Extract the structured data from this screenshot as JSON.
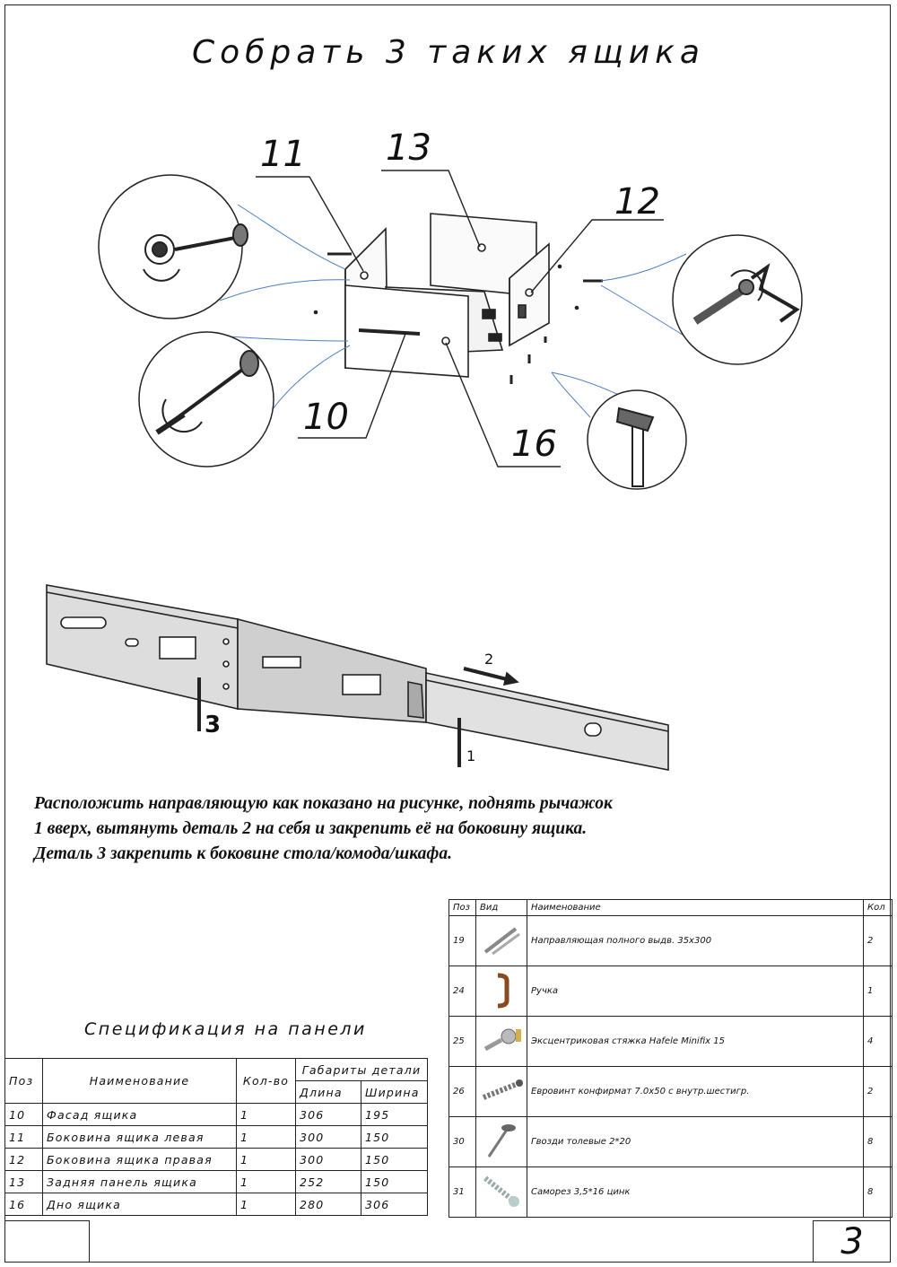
{
  "title": "Собрать 3 таких ящика",
  "callouts": {
    "p11": "11",
    "p13": "13",
    "p12": "12",
    "p10": "10",
    "p16": "16",
    "rail_1": "1",
    "rail_2": "2",
    "rail_3": "3"
  },
  "instructions": [
    "Расположить направляющую как показано на рисунке, поднять рычажок",
    "1 вверх, вытянуть деталь 2 на себя и закрепить её на боковину ящика.",
    "Деталь 3 закрепить к боковине стола/комода/шкафа."
  ],
  "hardware_table": {
    "headers": {
      "pos": "Поз",
      "view": "Вид",
      "name": "Наименование",
      "qty": "Кол"
    },
    "rows": [
      {
        "pos": "19",
        "icon": "rail-icon",
        "name": "Направляющая полного выдв. 35x300",
        "qty": "2"
      },
      {
        "pos": "24",
        "icon": "handle-icon",
        "name": "Ручка",
        "qty": "1"
      },
      {
        "pos": "25",
        "icon": "eccentric-tie-icon",
        "name": "Эксцентриковая стяжка Hafele Minifix 15",
        "qty": "4"
      },
      {
        "pos": "26",
        "icon": "confirmat-screw-icon",
        "name": "Евровинт конфирмат 7.0x50 с внутр.шестигр.",
        "qty": "2"
      },
      {
        "pos": "30",
        "icon": "nail-icon",
        "name": "Гвозди толевые 2*20",
        "qty": "8"
      },
      {
        "pos": "31",
        "icon": "self-tapping-screw-icon",
        "name": "Саморез 3,5*16 цинк",
        "qty": "8"
      }
    ]
  },
  "spec": {
    "title": "Спецификация на панели",
    "headers": {
      "pos": "Поз",
      "name": "Наименование",
      "qty": "Кол-во",
      "dims_group": "Габариты детали",
      "length": "Длина",
      "width": "Ширина"
    },
    "rows": [
      {
        "pos": "10",
        "name": "Фасад ящика",
        "qty": "1",
        "length": "306",
        "width": "195"
      },
      {
        "pos": "11",
        "name": "Боковина ящика левая",
        "qty": "1",
        "length": "300",
        "width": "150"
      },
      {
        "pos": "12",
        "name": "Боковина ящика правая",
        "qty": "1",
        "length": "300",
        "width": "150"
      },
      {
        "pos": "13",
        "name": "Задняя панель ящика",
        "qty": "1",
        "length": "252",
        "width": "150"
      },
      {
        "pos": "16",
        "name": "Дно ящика",
        "qty": "1",
        "length": "280",
        "width": "306"
      }
    ]
  },
  "sheet_number": "3"
}
